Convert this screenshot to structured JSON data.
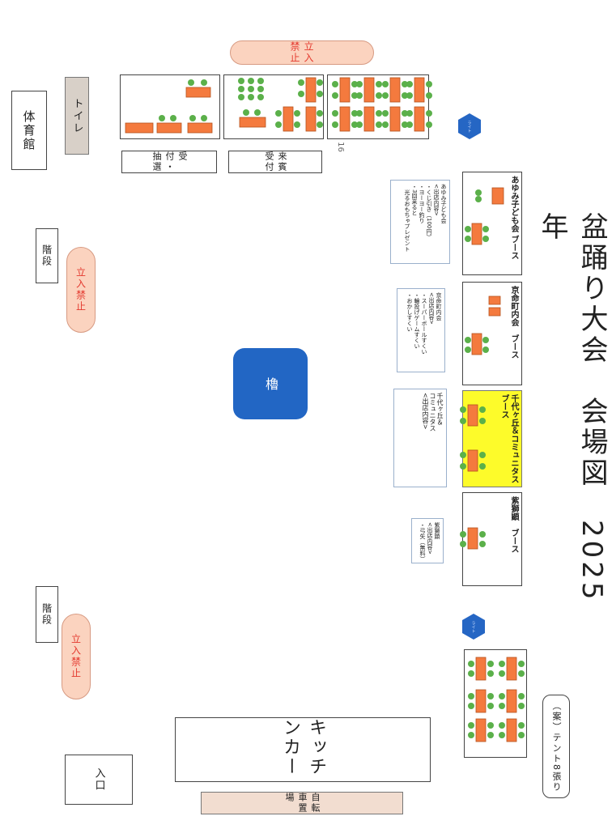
{
  "title": "盆踊り大会　会場図　2025年",
  "draft_note": "（案）テント8張り",
  "labels": {
    "gym": "体育館",
    "toilet": "トイレ",
    "stairs_top": "階段",
    "stairs_bottom": "階段",
    "no_entry_top": "立入禁止",
    "no_entry_mid": "立入禁止",
    "no_entry_bottom": "立入禁止",
    "reception_lottery": "受付・抽選",
    "guest_reception": "来賓受付",
    "yagura": "櫓",
    "kitchen_car": "キッチンカー",
    "bicycle_parking": "自転車置場",
    "entrance": "入口",
    "handwritten_16": "16",
    "hex_light_top": "ライト",
    "hex_light_bottom": "ライト"
  },
  "booths": {
    "ayumi": {
      "title": "あゆみ子ども会 ブース",
      "info": [
        "あゆみ子ども会",
        "<出店内容>",
        "・くじ引き（100円）",
        "・ヨーヨー釣り",
        "・3回来ると",
        "　光るおもちゃプレゼント"
      ]
    },
    "kyomei": {
      "title": "京命町内会　ブース",
      "info": [
        "京命町内会",
        "<出店内容>",
        "・スーパーボールすくい",
        "・輪投げゲームすくい",
        "・おかしすくい"
      ]
    },
    "chiyogaoka": {
      "title": "千代ヶ丘＆コミュニタス ブース",
      "info": [
        "千代ヶ丘＆",
        "コミュニタス",
        "<出店内容>"
      ]
    },
    "shishi": {
      "title": "紫獅顕　ブース",
      "info": [
        "紫獅顕",
        "<出店内容>",
        "・弓矢（無料）"
      ]
    }
  },
  "colors": {
    "table": "#f47a3e",
    "chair": "#5bb04a",
    "yagura": "#2266c4",
    "highlight": "#fdfb2a",
    "no_entry_bg": "#fbd3bf",
    "no_entry_text": "#e43a2f"
  }
}
